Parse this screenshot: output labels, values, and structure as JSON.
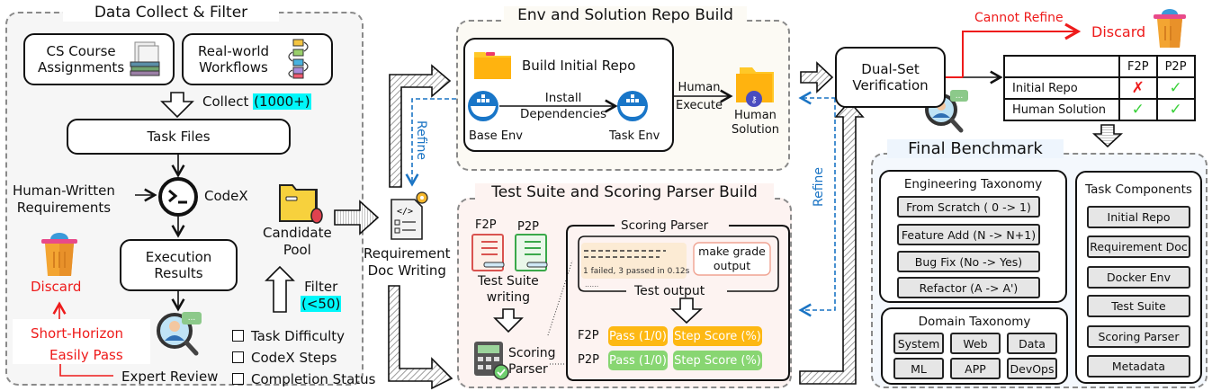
{
  "data_collect": {
    "title": "Data Collect & Filter",
    "sources": [
      "CS Course\nAssignments",
      "Real-world\nWorkflows"
    ],
    "collect_label": "Collect",
    "collect_count": "(1000+)",
    "task_files": "Task Files",
    "human_req": "Human-Written\nRequirements",
    "codex": "CodeX",
    "execution_results": "Execution\nResults",
    "expert_review": "Expert Review",
    "candidate_pool": "Candidate\nPool",
    "filter_label": "Filter",
    "filter_count": "(<50)",
    "criteria": [
      "Task Difficulty",
      "CodeX Steps",
      "Completion Status"
    ],
    "discard": "Discard",
    "reject_reasons": [
      "Short-Horizon",
      "Easily Pass"
    ]
  },
  "requirement_doc": "Requirement\nDoc Writing",
  "refine_label": "Refine",
  "env_build": {
    "title": "Env and Solution Repo Build",
    "build_initial_repo": "Build Initial Repo",
    "base_env": "Base Env",
    "task_env": "Task Env",
    "install_deps": "Install\nDependencies",
    "human_execute": "Human\nExecute",
    "human_solution": "Human\nSolution"
  },
  "test_build": {
    "title": "Test Suite and Scoring Parser Build",
    "f2p": "F2P",
    "p2p": "P2P",
    "test_suite_writing": "Test Suite\nwriting",
    "scoring_parser_label": "Scoring\nParser",
    "parser_title": "Scoring Parser",
    "log_line": "1 failed, 3 passed in 0.12s",
    "log_ellipsis": "......",
    "make_grade": "make grade\noutput",
    "test_output": "Test output",
    "rows": [
      {
        "name": "F2P",
        "pass": "Pass (1/0)",
        "step": "Step Score (%)",
        "color": "#fdb813"
      },
      {
        "name": "P2P",
        "pass": "Pass (1/0)",
        "step": "Step Score (%)",
        "color": "#88d672"
      }
    ]
  },
  "verification": {
    "title": "Dual-Set\nVerification",
    "cannot_refine": "Cannot Refine",
    "discard": "Discard",
    "table": {
      "headers": [
        "",
        "F2P",
        "P2P"
      ],
      "rows": [
        {
          "label": "Initial Repo",
          "f2p": "✗",
          "p2p": "✓"
        },
        {
          "label": "Human Solution",
          "f2p": "✓",
          "p2p": "✓"
        }
      ]
    }
  },
  "final_benchmark": {
    "title": "Final Benchmark",
    "engineering": {
      "title": "Engineering Taxonomy",
      "items": [
        "From Scratch ( 0 -> 1)",
        "Feature Add (N -> N+1)",
        "Bug Fix (No -> Yes)",
        "Refactor (A -> A')"
      ]
    },
    "domain": {
      "title": "Domain Taxonomy",
      "items": [
        "System",
        "Web",
        "Data",
        "ML",
        "APP",
        "DevOps"
      ]
    },
    "components": {
      "title": "Task Components",
      "items": [
        "Initial Repo",
        "Requirement Doc",
        "Docker Env",
        "Test Suite",
        "Scoring Parser",
        "Metadata"
      ]
    }
  },
  "colors": {
    "accent_red": "#ee1b1b",
    "refine_blue": "#1a74c4",
    "highlight_cyan": "#00f7fa",
    "f2p_orange": "#fdb813",
    "p2p_green": "#88d672"
  }
}
